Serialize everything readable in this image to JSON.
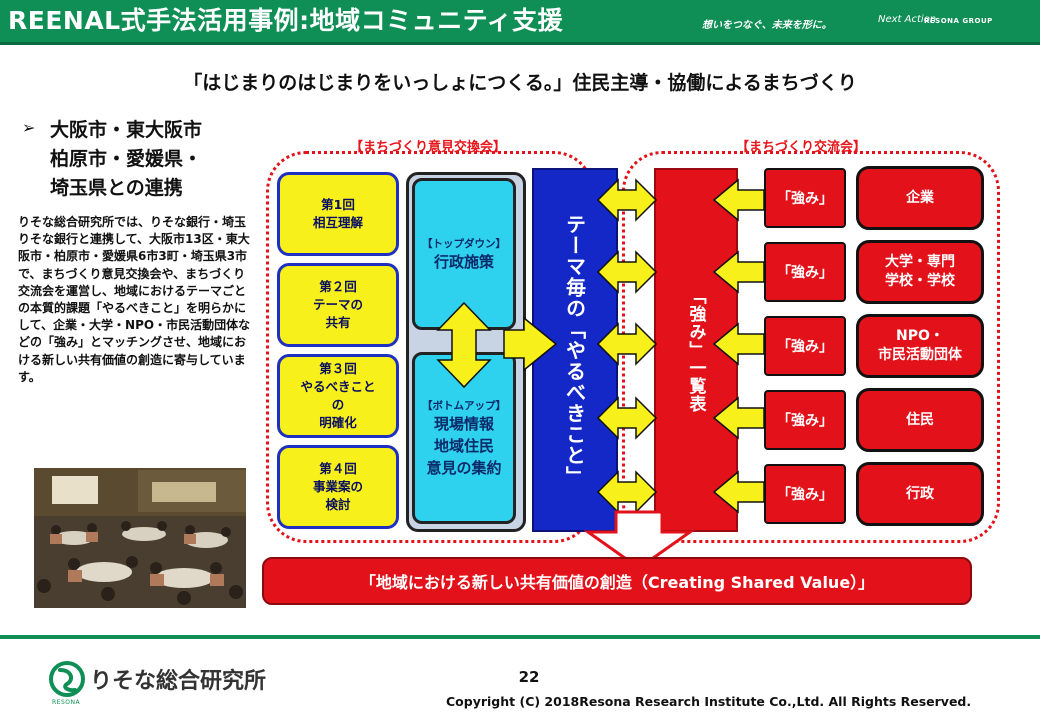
{
  "header": {
    "title": "REENAL式手法活用事例:地域コミュニティ支援",
    "slogan": "想いをつなぐ、未来を形に。",
    "slogan_brand": "Next Action",
    "slogan_group": "RESONA GROUP"
  },
  "subtitle": "「はじまりのはじまりをいっしょにつくる。」住民主導・協働によるまちづくり",
  "left": {
    "bullet_symbol": "➢",
    "bullet_lines": [
      "大阪市・東大阪市",
      "柏原市・愛媛県・",
      "埼玉県との連携"
    ],
    "body": "りそな総合研究所では、りそな銀行・埼玉りそな銀行と連携して、大阪市13区・東大阪市・柏原市・愛媛県6市3町・埼玉県3市で、まちづくり意見交換会や、まちづくり交流会を運営し、地域におけるテーマごとの本質的課題「やるべきこと」を明らかにして、企業・大学・NPO・市民活動団体などの「強み」とマッチングさせ、地域における新しい共有価値の創造に寄与しています。"
  },
  "diagram": {
    "left_group_title": "【まちづくり意見交換会】",
    "right_group_title": "【まちづくり交流会】",
    "meetings": [
      {
        "line1": "第1回",
        "line2": "相互理解",
        "line3": ""
      },
      {
        "line1": "第２回",
        "line2": "テーマの",
        "line3": "共有"
      },
      {
        "line1": "第３回",
        "line2": "やるべきこと",
        "line3": "の",
        "line4": "明確化"
      },
      {
        "line1": "第４回",
        "line2": "事業案の",
        "line3": "検討"
      }
    ],
    "top_down": {
      "tag": "【トップダウン】",
      "line1": "行政施策"
    },
    "bottom_up": {
      "tag": "【ボトムアップ】",
      "line1": "現場情報",
      "line2": "地域住民",
      "line3": "意見の集約"
    },
    "blue_column": "テーマ毎の「やるべきこと」",
    "red_column": "「強み」一覧表",
    "strength_label": "「強み」",
    "stakeholders": [
      {
        "line1": "企業",
        "line2": ""
      },
      {
        "line1": "大学・専門",
        "line2": "学校・学校"
      },
      {
        "line1": "NPO・",
        "line2": "市民活動団体"
      },
      {
        "line1": "住民",
        "line2": ""
      },
      {
        "line1": "行政",
        "line2": ""
      }
    ],
    "banner": "「地域における新しい共有価値の創造（Creating Shared Value）」"
  },
  "footer": {
    "logo_text": "りそな総合研究所",
    "logo_sub": "RESONA",
    "page_number": "22",
    "copyright": "Copyright (C) 2018Resona Research Institute Co.,Ltd. All Rights Reserved."
  },
  "colors": {
    "brand_green": "#0f8f55",
    "accent_red": "#e3121a",
    "meeting_yellow": "#f8f01a",
    "column_blue": "#1428c8",
    "dialogue_cyan": "#2ed2ee"
  }
}
